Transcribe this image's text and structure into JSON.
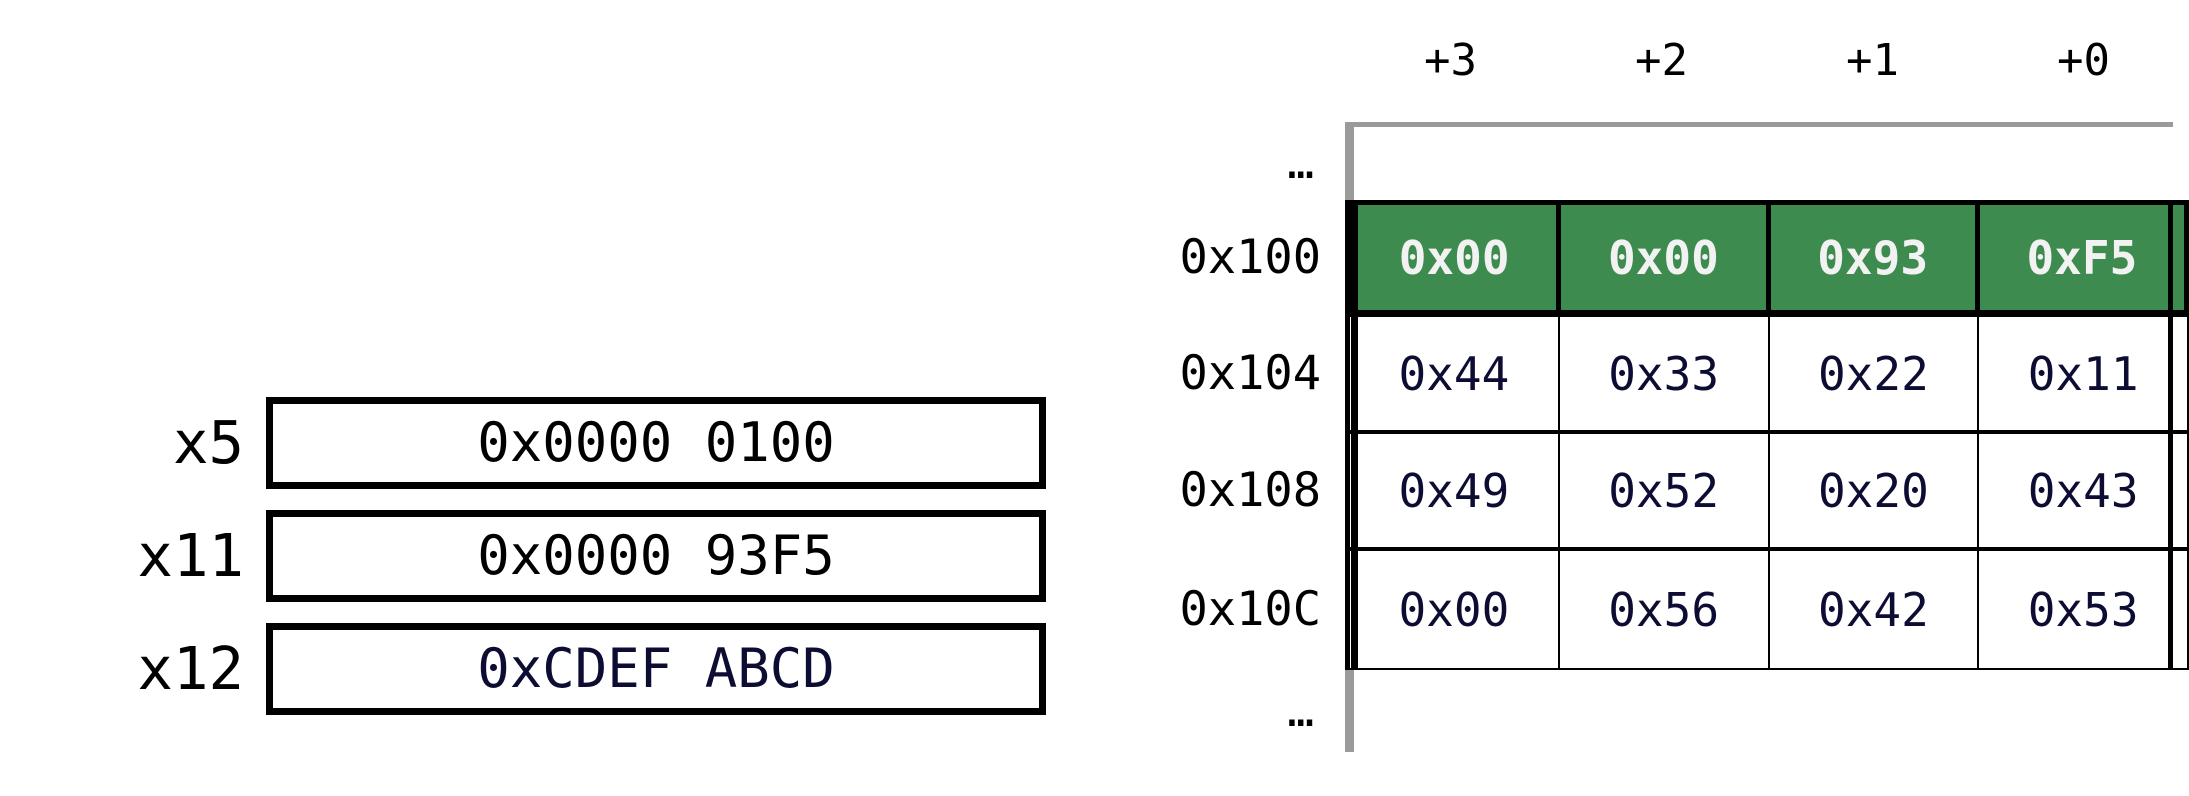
{
  "registers": {
    "rows": [
      {
        "name": "x5",
        "value": "0x0000 0100",
        "accent": false
      },
      {
        "name": "x11",
        "value": "0x0000 93F5",
        "accent": false
      },
      {
        "name": "x12",
        "value": "0xCDEF ABCD",
        "accent": true
      }
    ]
  },
  "memory": {
    "column_headers": [
      "+3",
      "+2",
      "+1",
      "+0"
    ],
    "ellipsis": "…",
    "rows": [
      {
        "address": "…",
        "kind": "blank",
        "cells": [
          "",
          "",
          "",
          ""
        ]
      },
      {
        "address": "0x100",
        "kind": "highlight",
        "cells": [
          "0x00",
          "0x00",
          "0x93",
          "0xF5"
        ]
      },
      {
        "address": "0x104",
        "kind": "normal",
        "cells": [
          "0x44",
          "0x33",
          "0x22",
          "0x11"
        ]
      },
      {
        "address": "0x108",
        "kind": "normal",
        "cells": [
          "0x49",
          "0x52",
          "0x20",
          "0x43"
        ]
      },
      {
        "address": "0x10C",
        "kind": "normal",
        "cells": [
          "0x00",
          "0x56",
          "0x42",
          "0x53"
        ]
      },
      {
        "address": "…",
        "kind": "blank",
        "cells": [
          "",
          "",
          "",
          ""
        ]
      }
    ]
  },
  "colors": {
    "highlight_fill": "#3d8b4f",
    "highlight_text": "#f2f2f2",
    "cell_text": "#0d0d33",
    "label_text": "#000000",
    "rule_gray": "#9a9a9a",
    "border_black": "#000000",
    "background": "#ffffff"
  }
}
